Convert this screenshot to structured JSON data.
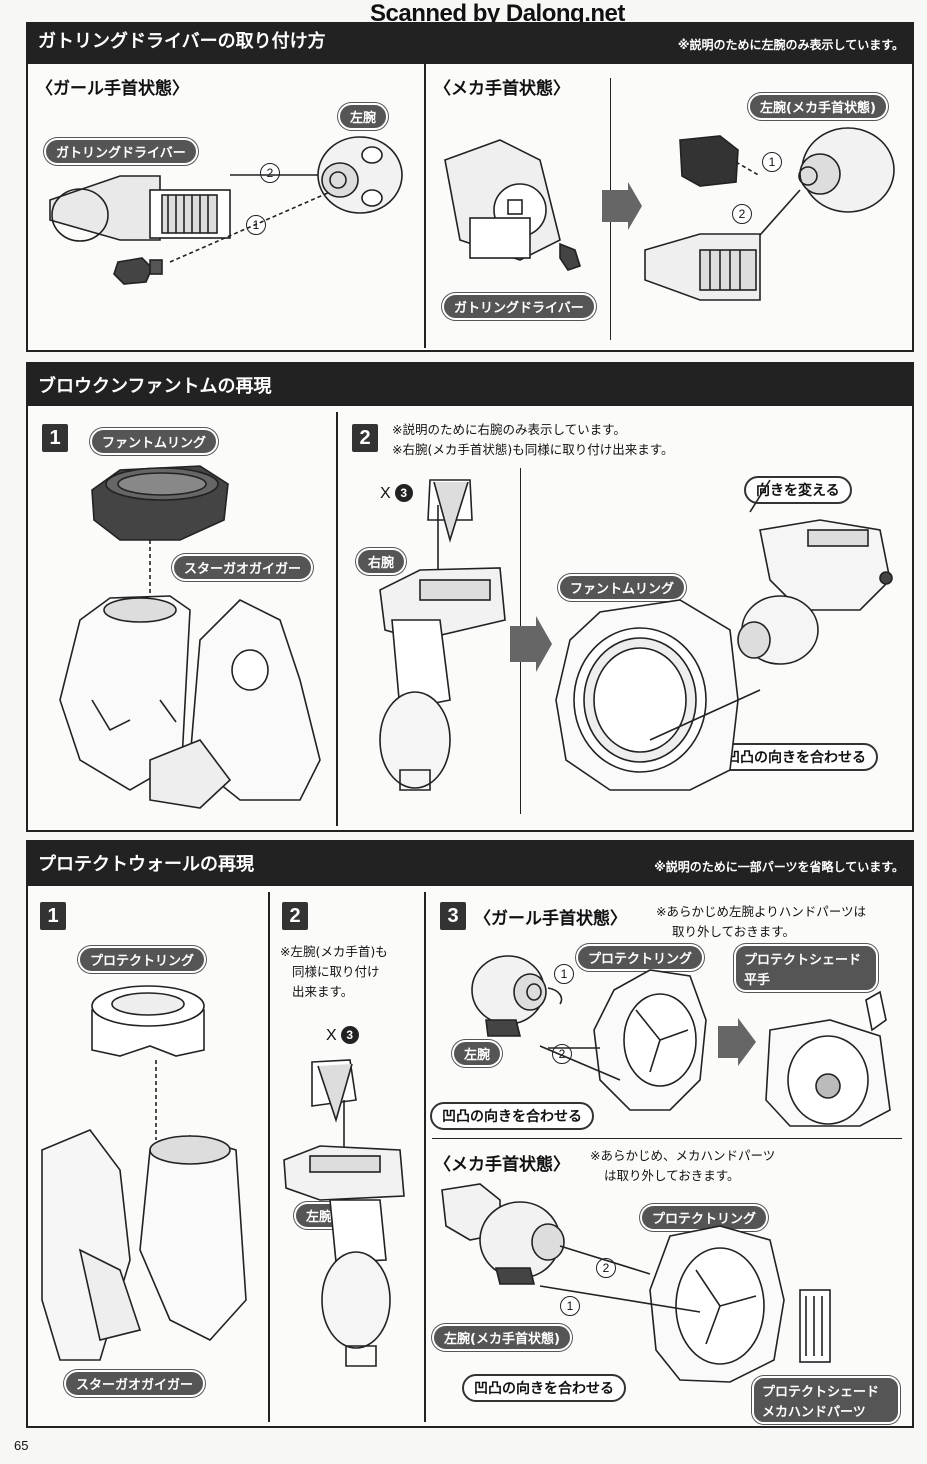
{
  "watermark": "Scanned by Dalong.net",
  "page_number": "65",
  "section1": {
    "title": "ガトリングドライバーの取り付け方",
    "note": "※説明のために左腕のみ表示しています。",
    "left": {
      "heading": "〈ガール手首状態〉",
      "label_arm": "左腕",
      "label_driver": "ガトリングドライバー",
      "step1": "1",
      "step2": "2"
    },
    "right": {
      "heading": "〈メカ手首状態〉",
      "label_arm": "左腕(メカ手首状態)",
      "label_driver": "ガトリングドライバー",
      "step1": "1",
      "step2": "2"
    }
  },
  "section2": {
    "title": "ブロウクンファントムの再現",
    "step1": {
      "num": "1",
      "label_ring": "ファントムリング",
      "label_figure": "スターガオガイガー"
    },
    "step2": {
      "num": "2",
      "note1": "※説明のために右腕のみ表示しています。",
      "note2": "※右腕(メカ手首状態)も同様に取り付け出来ます。",
      "qty_prefix": "X",
      "qty_num": "3",
      "label_arm": "右腕",
      "label_ring": "ファントムリング",
      "label_turn": "向きを変える",
      "label_align": "凹凸の向きを合わせる"
    }
  },
  "section3": {
    "title": "プロテクトウォールの再現",
    "note": "※説明のために一部パーツを省略しています。",
    "step1": {
      "num": "1",
      "label_ring": "プロテクトリング",
      "label_figure": "スターガオガイガー"
    },
    "step2": {
      "num": "2",
      "note_l1": "※左腕(メカ手首)も",
      "note_l2": "同様に取り付け",
      "note_l3": "出来ます。",
      "qty_prefix": "X",
      "qty_num": "3",
      "label_arm": "左腕"
    },
    "step3": {
      "num": "3",
      "heading": "〈ガール手首状態〉",
      "note_l1": "※あらかじめ左腕よりハンドパーツは",
      "note_l2": "取り外しておきます。",
      "label_ring": "プロテクトリング",
      "label_shade_l1": "プロテクトシェード",
      "label_shade_l2": "平手",
      "label_arm": "左腕",
      "label_align": "凹凸の向きを合わせる",
      "circ1": "1",
      "circ2": "2"
    },
    "mecha": {
      "heading": "〈メカ手首状態〉",
      "note_l1": "※あらかじめ、メカハンドパーツ",
      "note_l2": "は取り外しておきます。",
      "label_ring": "プロテクトリング",
      "label_arm": "左腕(メカ手首状態)",
      "label_align": "凹凸の向きを合わせる",
      "label_shade_l1": "プロテクトシェード",
      "label_shade_l2": "メカハンドパーツ",
      "circ1": "1",
      "circ2": "2"
    }
  }
}
